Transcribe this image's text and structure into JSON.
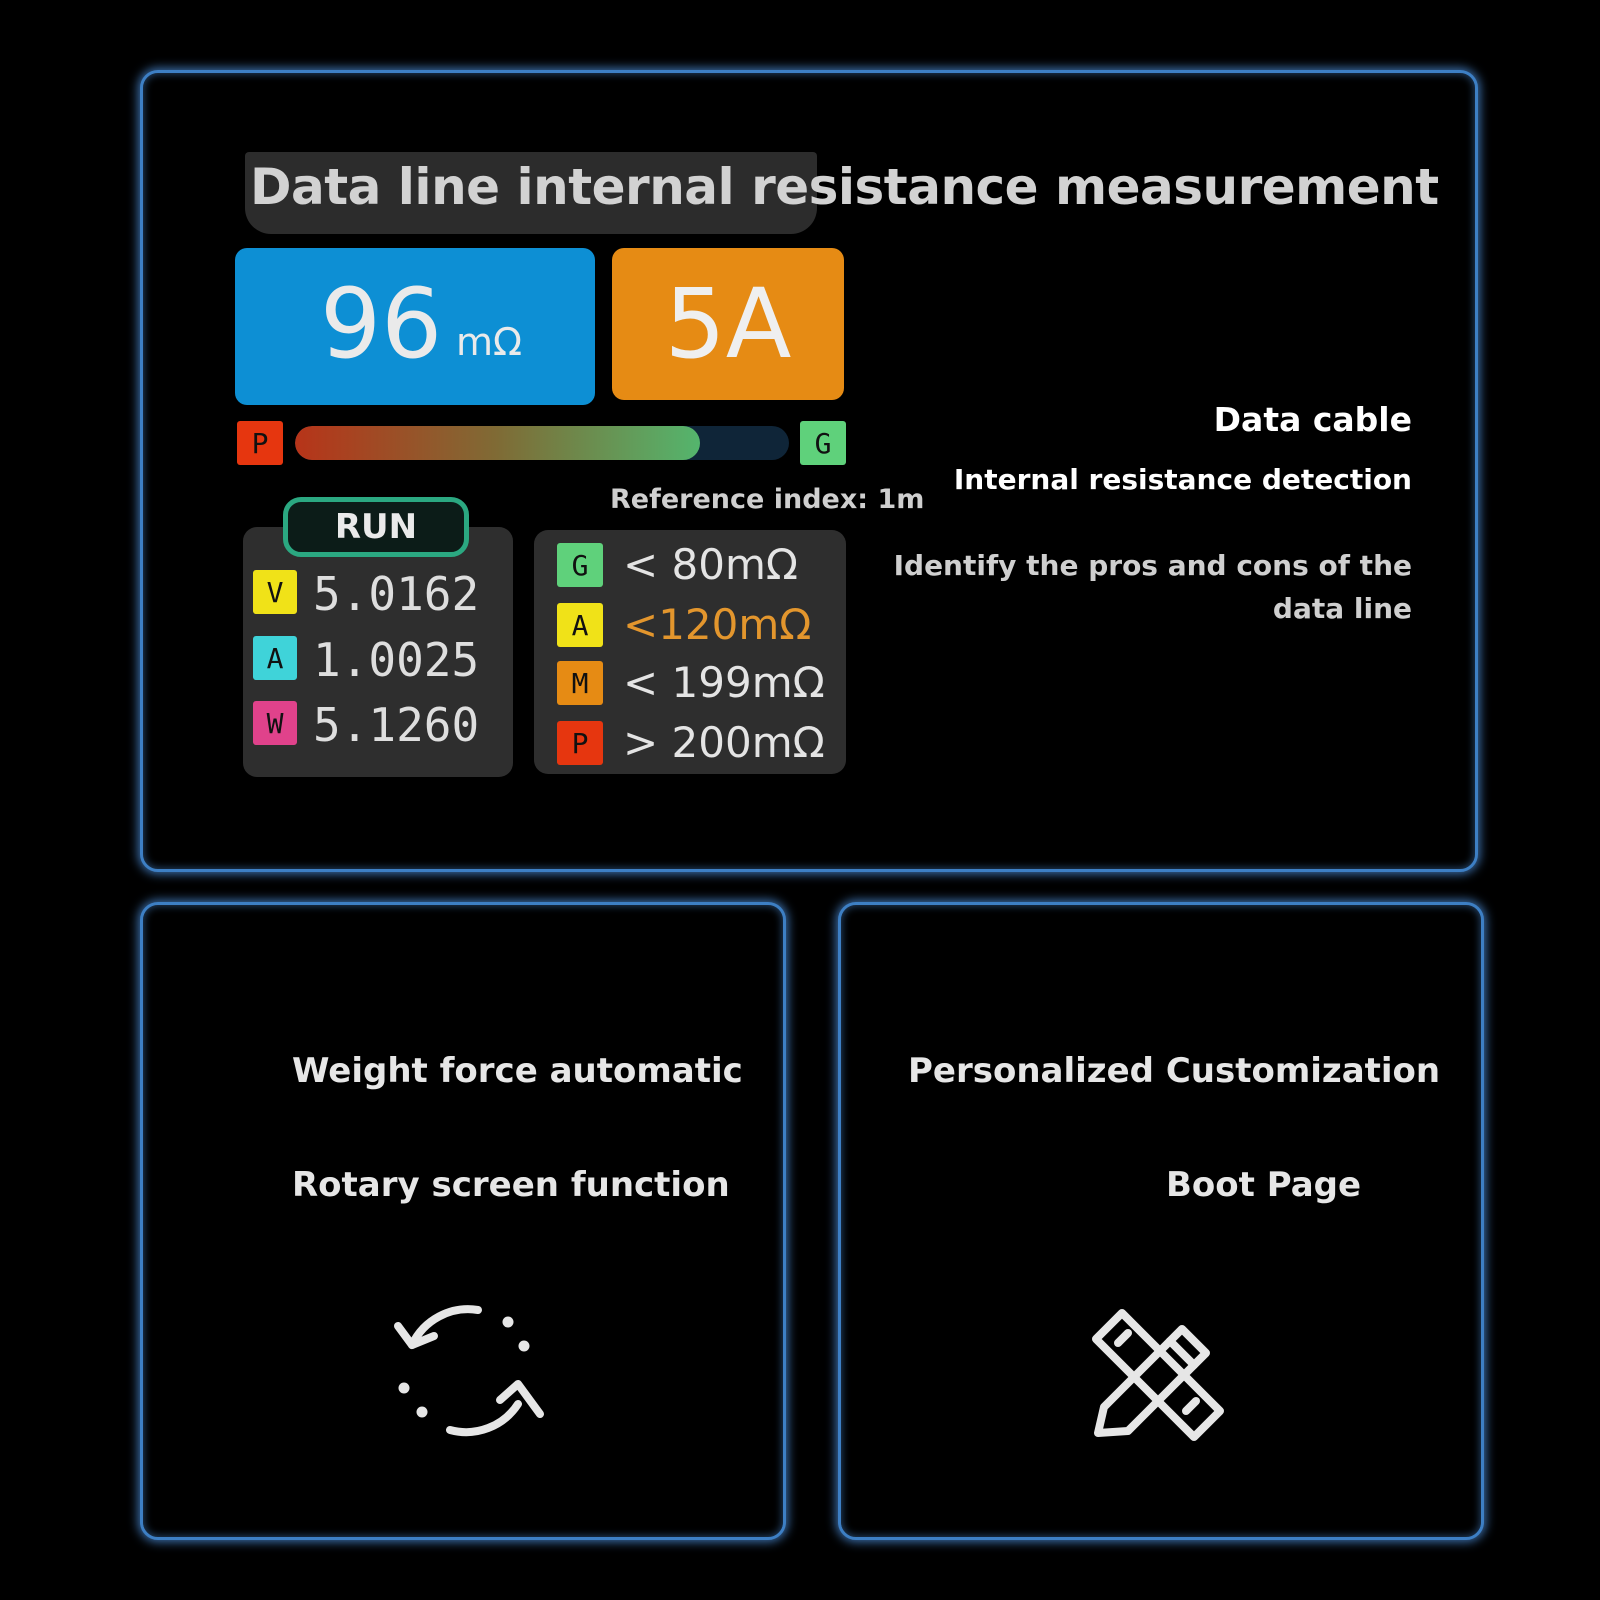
{
  "headline": "Data line internal resistance measurement",
  "resistance": {
    "value": "96",
    "unit": "mΩ"
  },
  "current": {
    "value": "5A"
  },
  "quality_bar": {
    "left_badge": "P",
    "right_badge": "G",
    "level": 0.82
  },
  "reference": "Reference index: 1m",
  "run_label": "RUN",
  "measurements": [
    {
      "badge": "V",
      "value": "5.0162",
      "color": "#f0e218"
    },
    {
      "badge": "A",
      "value": "1.0025",
      "color": "#3fd3d9"
    },
    {
      "badge": "W",
      "value": "5.1260",
      "color": "#e0428b"
    }
  ],
  "grades": [
    {
      "badge": "G",
      "text": "< 80mΩ",
      "color": "#5fd17b",
      "text_color": "#e4e4e4"
    },
    {
      "badge": "A",
      "text": "<120mΩ",
      "color": "#f0e218",
      "text_color": "#e3962d"
    },
    {
      "badge": "M",
      "text": "< 199mΩ",
      "color": "#e68b14",
      "text_color": "#e4e4e4"
    },
    {
      "badge": "P",
      "text": "> 200mΩ",
      "color": "#e6360f",
      "text_color": "#e4e4e4"
    }
  ],
  "side_info": {
    "title": "Data cable",
    "subtitle": "Internal resistance detection",
    "desc_line1": "Identify the pros and cons of the",
    "desc_line2": "data line"
  },
  "card_left": {
    "line1": "Weight force automatic",
    "line2": "Rotary screen function",
    "icon": "rotate-icon"
  },
  "card_right": {
    "line1": "Personalized Customization",
    "line2": "Boot Page",
    "icon": "pencil-ruler-icon"
  }
}
